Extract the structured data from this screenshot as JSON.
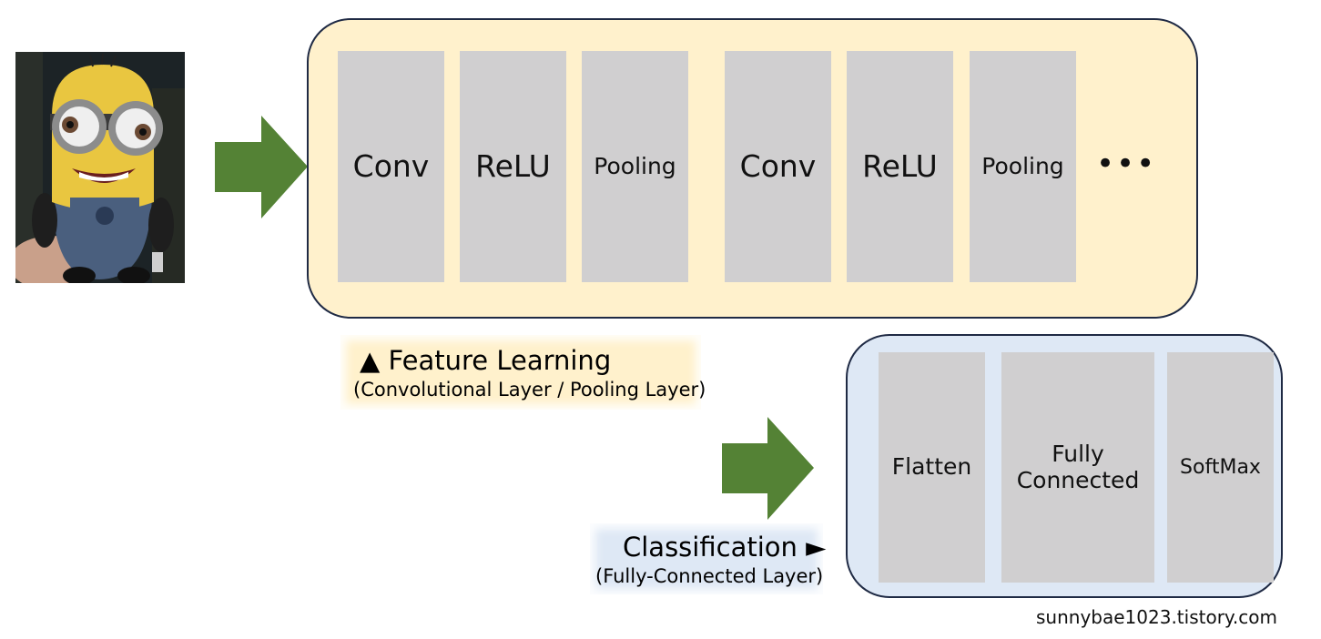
{
  "feature_learning": {
    "layers": [
      "Conv",
      "ReLU",
      "Pooling",
      "Conv",
      "ReLU",
      "Pooling"
    ],
    "ellipsis": "•••",
    "title": "▲ Feature Learning",
    "subtitle": "(Convolutional Layer / Pooling Layer)"
  },
  "classification": {
    "layers": [
      "Flatten",
      "Fully Connected",
      "SoftMax"
    ],
    "title": "Classification ►",
    "subtitle": "(Fully-Connected Layer)"
  },
  "credit": "sunnybae1023.tistory.com",
  "colors": {
    "feature_panel": "#fff1cc",
    "classification_panel": "#dee8f5",
    "layer_box": "#d0cfd0",
    "arrow": "#548235",
    "panel_border": "#1f2a44"
  }
}
